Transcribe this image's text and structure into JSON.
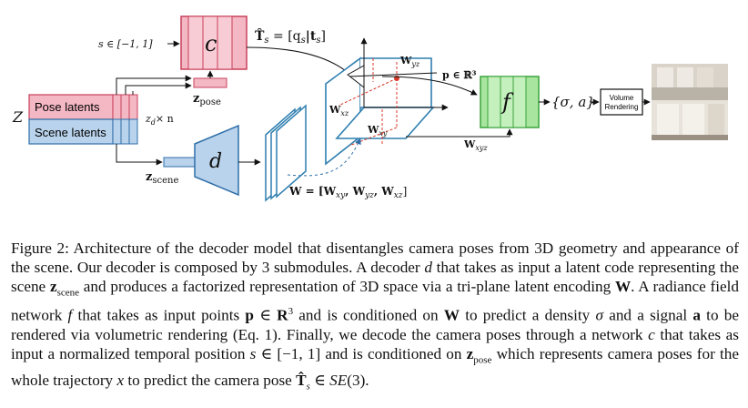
{
  "figure": {
    "pose_latents": "Pose latents",
    "scene_latents": "Scene latents",
    "z_label": "Z",
    "latent_dims": "z",
    "latent_dims_sub": "d",
    "latent_dims_rest": "× n",
    "s_range": "s ∈ [−1, 1]",
    "c_module": "c",
    "d_module": "d",
    "f_module": "f",
    "z_pose": "z",
    "z_pose_sub": "pose",
    "z_scene": "z",
    "z_scene_sub": "scene",
    "t_hat": "T̂",
    "t_hat_sub": "s",
    "t_eq": " = [q",
    "t_eq_q_sub": "s",
    "t_eq_mid": "|t",
    "t_eq_t_sub": "s",
    "t_eq_end": "]",
    "p_label": "p ∈ ℝ³",
    "w_yz": "W",
    "w_yz_sub": "yz",
    "w_xz": "W",
    "w_xz_sub": "xz",
    "w_xy": "W",
    "w_xy_sub": "xy",
    "w_xyz": "W",
    "w_xyz_sub": "xyz",
    "w_eq": "W = [W",
    "w_eq_s1": "xy",
    "w_eq_c1": ", W",
    "w_eq_s2": "yz",
    "w_eq_c2": ", W",
    "w_eq_s3": "xz",
    "w_eq_end": "]",
    "output": "{σ, a}",
    "volume_rendering_line1": "Volume",
    "volume_rendering_line2": "Rendering",
    "colors": {
      "pink_fill": "#f4b8c4",
      "pink_stroke": "#c8405c",
      "blue_fill": "#b9d3ec",
      "blue_stroke": "#2f6fa8",
      "green_fill": "#a8e6a0",
      "green_stroke": "#3aa33a",
      "plane_stroke": "#2f7fb0",
      "red_dash": "#d83a2a"
    }
  },
  "caption": {
    "p1": "Figure 2: Architecture of the decoder model that disentangles camera poses from 3D geometry and appearance of the scene. Our decoder is composed by 3 submodules. A decoder ",
    "d": "d",
    "p2": " that takes as input a latent code representing the scene ",
    "zscene": "z",
    "zscene_sub": "scene",
    "p3": " and produces a factorized representation of 3D space via a tri-plane latent encoding ",
    "W": "W",
    "p4": ". A radiance field network ",
    "f": "f",
    "p5": " that takes as input points ",
    "p": "p",
    "p6": " ∈ ",
    "R": "R",
    "R_sup": "3",
    "p7": " and is conditioned on ",
    "W2": "W",
    "p8": " to predict a density ",
    "sigma": "σ",
    "p9": " and a signal ",
    "a": "a",
    "p10": " to be rendered via volumetric rendering (Eq. 1). Finally, we decode the camera poses through a network ",
    "c": "c",
    "p11": " that takes as input a normalized temporal position ",
    "s": "s",
    "p12": " ∈ [−1, 1] and is conditioned on ",
    "zpose": "z",
    "zpose_sub": "pose",
    "p13": " which represents camera poses for the whole trajectory ",
    "x": "x",
    "p14": " to predict the camera pose ",
    "T": "T̂",
    "T_sub": "s",
    "p15": " ∈ ",
    "SE": "SE",
    "p16": "(3)."
  }
}
